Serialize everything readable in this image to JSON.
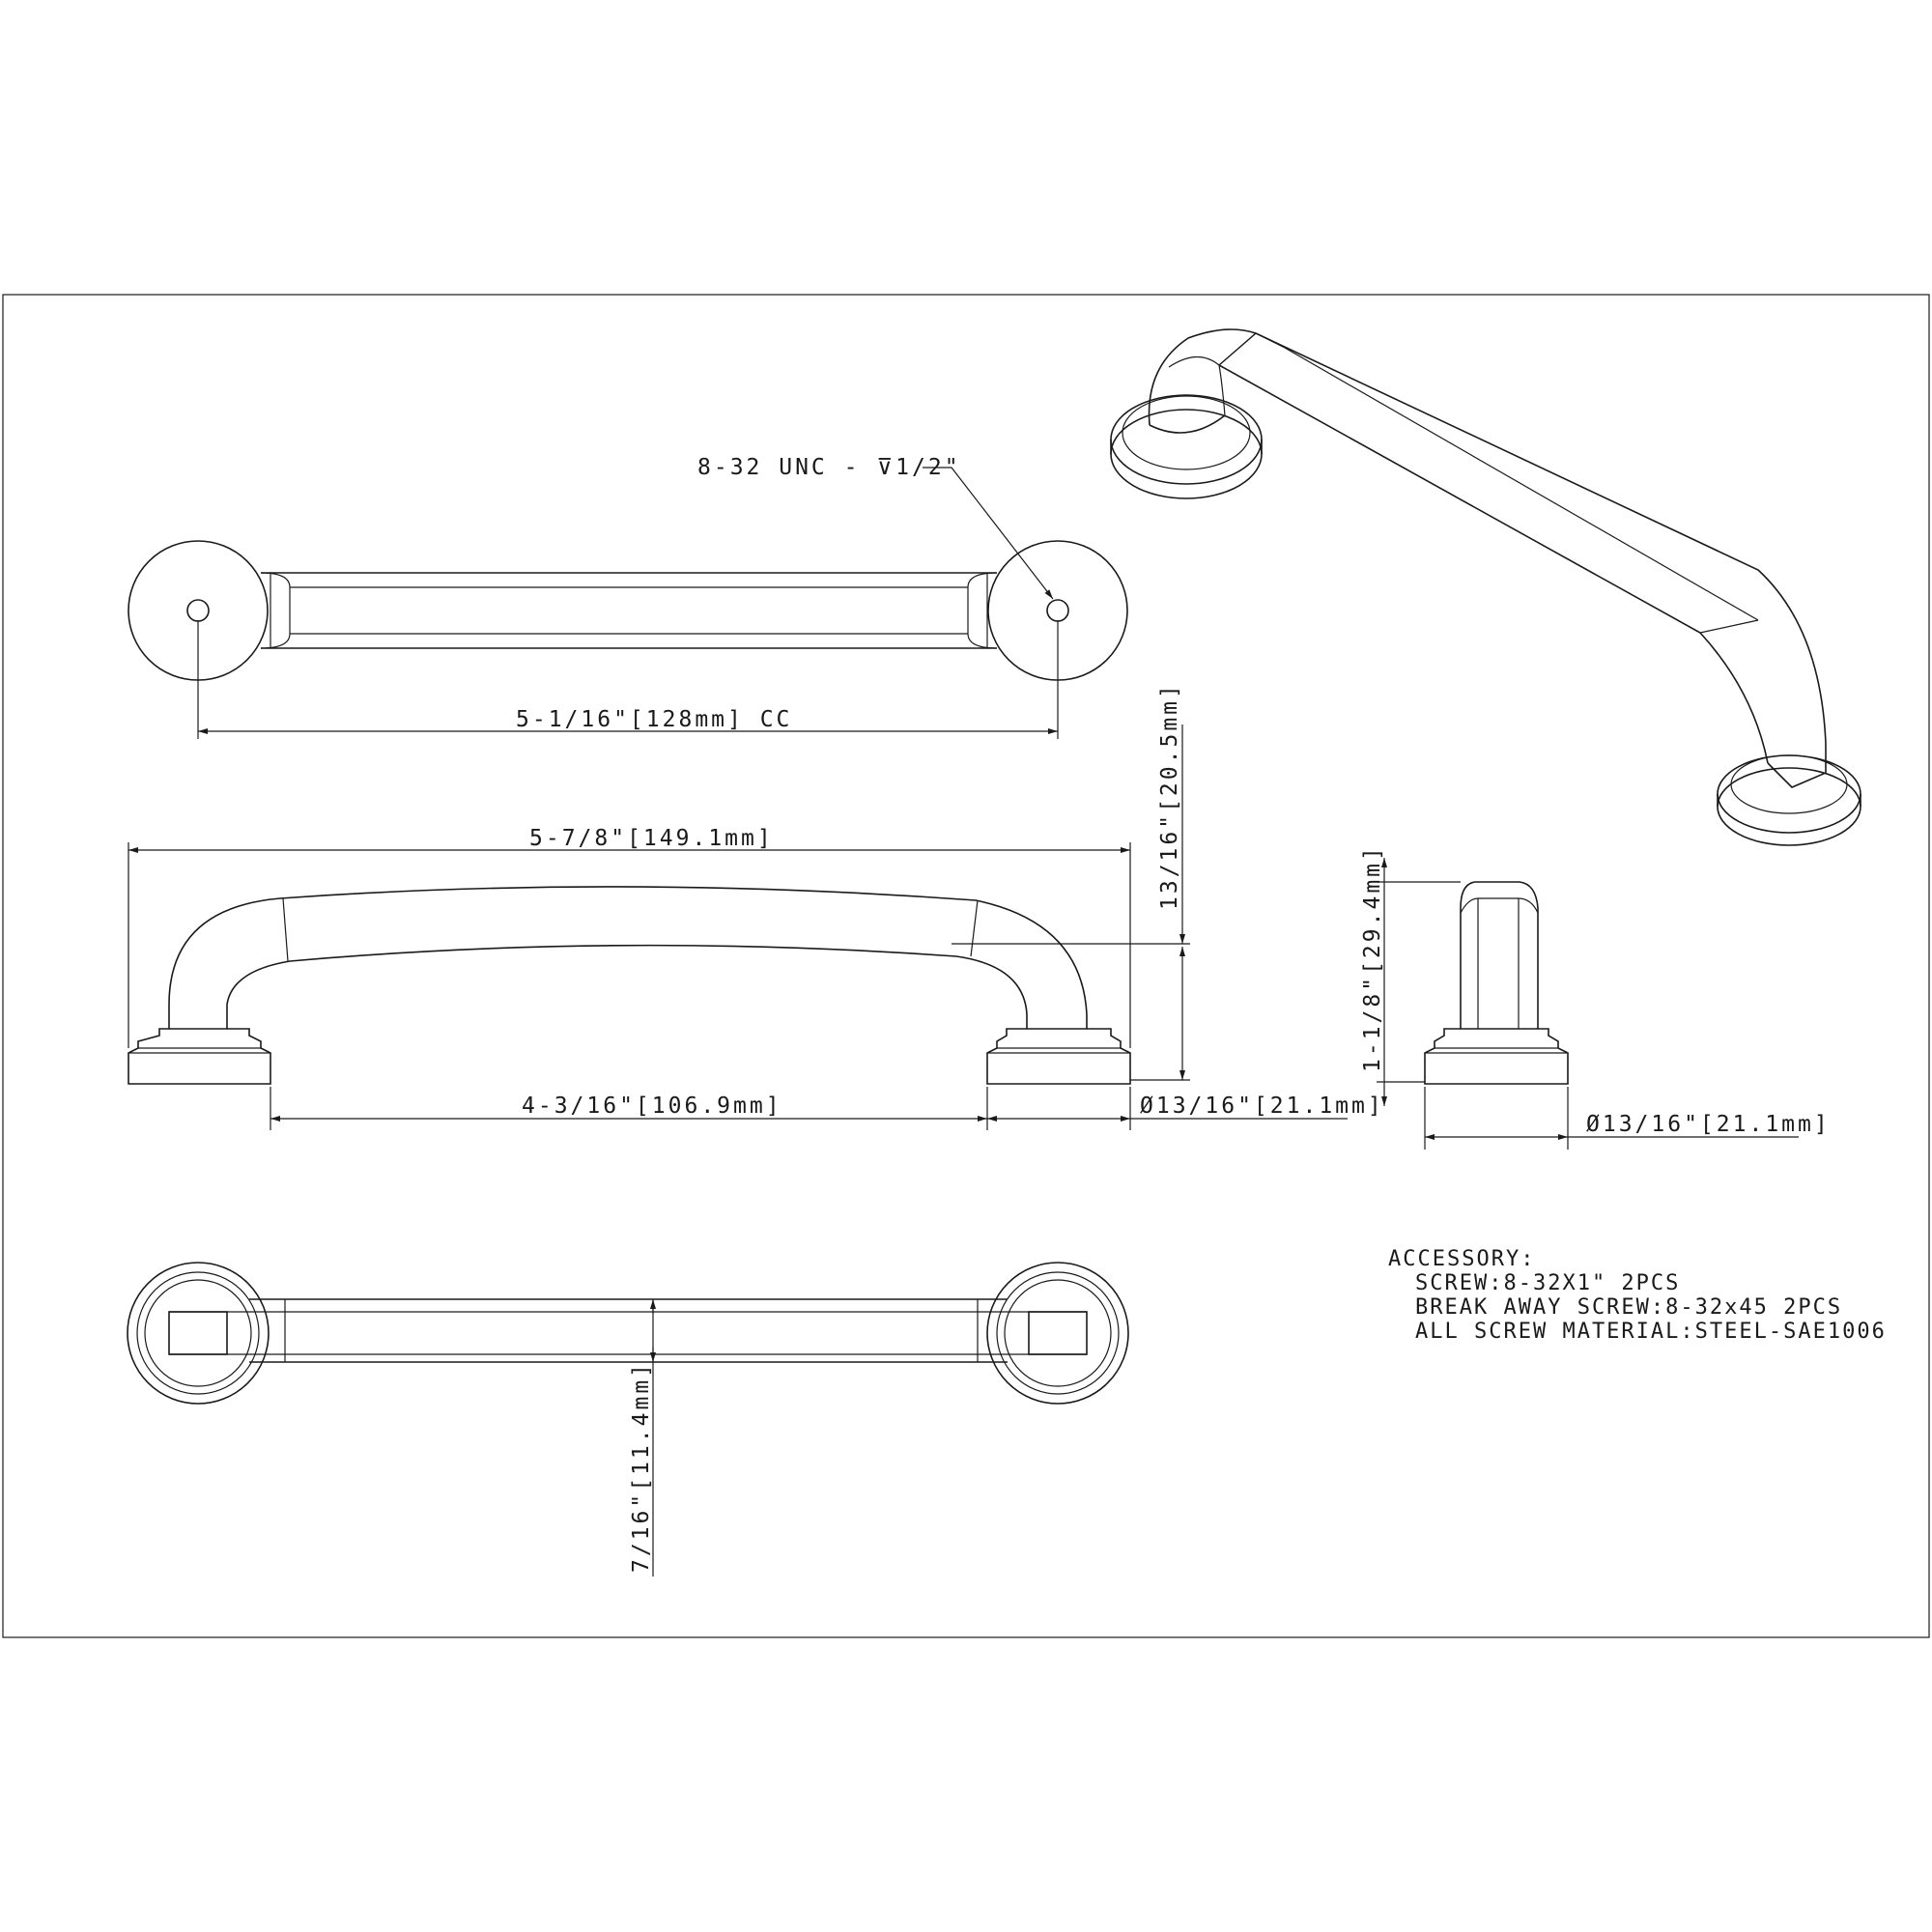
{
  "dimensions": {
    "thread_callout": "8-32 UNC - ⊽1/2\"",
    "center_to_center": "5-1/16\"[128mm] CC",
    "overall_length": "5-7/8\"[149.1mm]",
    "inside_length": "4-3/16\"[106.9mm]",
    "base_diameter_front": "Ø13/16\"[21.1mm]",
    "base_diameter_side": "Ø13/16\"[21.1mm]",
    "grip_height": "13/16\"[20.5mm]",
    "projection": "1-1/8\"[29.4mm]",
    "bar_width": "7/16\"[11.4mm]"
  },
  "accessory": {
    "heading": "ACCESSORY:",
    "line1": "SCREW:8-32X1\" 2PCS",
    "line2": "BREAK AWAY SCREW:8-32x45 2PCS",
    "line3": "ALL SCREW MATERIAL:STEEL-SAE1006"
  }
}
